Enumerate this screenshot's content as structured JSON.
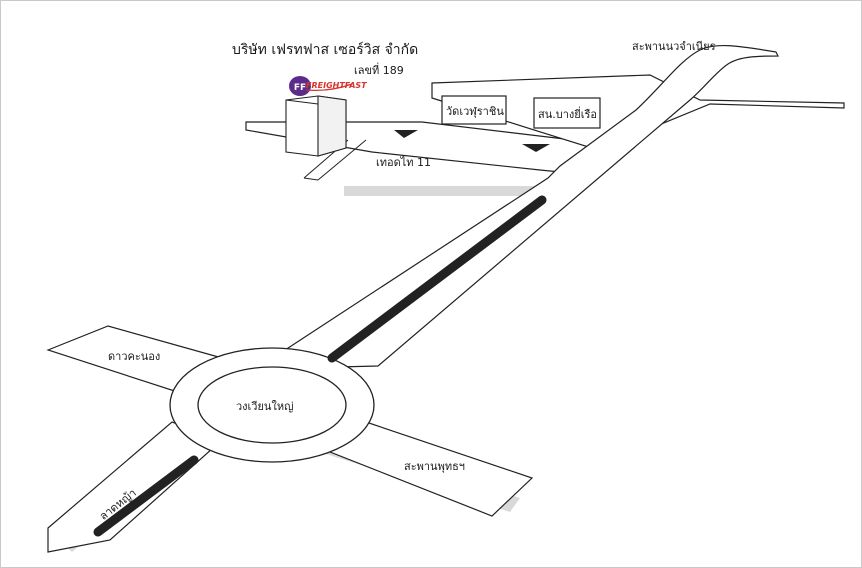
{
  "company": {
    "name": "บริษัท เฟรทฟาส เซอร์วิส จำกัด",
    "address_no": "เลขที่ 189",
    "logo_text": "FREIGHTFAST"
  },
  "roads": {
    "top_right": "สะพานนวจำเนียร",
    "soi": "เทอดไท 11",
    "left_arm": "ดาวคะนอง",
    "bottom_left": "ลาดหญ้า",
    "bottom_right": "สะพานพุทธฯ"
  },
  "landmarks": {
    "wat": "วัดเวฬุราชิน",
    "police": "สน.บางยี่เรือ",
    "roundabout": "วงเวียนใหญ่"
  },
  "colors": {
    "ink": "#1a1a1a",
    "shadow": "#d9d9d9",
    "logo_purple": "#5b2c8a",
    "logo_red": "#d6342c"
  }
}
